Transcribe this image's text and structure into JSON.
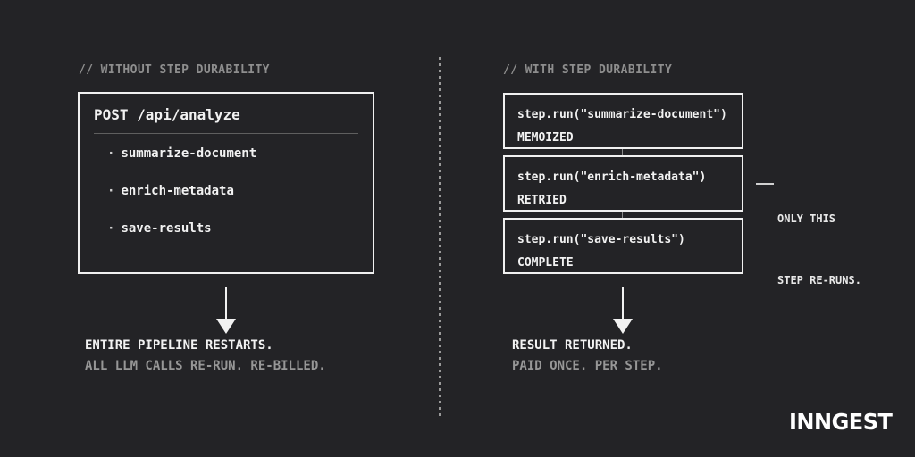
{
  "colors": {
    "background": "#232326",
    "box_border": "#f0f0f0",
    "text_primary": "#f2f2f2",
    "text_secondary": "#979797",
    "header_gray": "#8e8e8e",
    "inner_divider": "#5f5f5f",
    "dotted_divider": "#9a9a9a"
  },
  "left": {
    "header": "// WITHOUT STEP DURABILITY",
    "box": {
      "title": "POST /api/analyze",
      "bullet": "·",
      "items": [
        "summarize-document",
        "enrich-metadata",
        "save-results"
      ]
    },
    "result_line1": "ENTIRE PIPELINE RESTARTS.",
    "result_line2": "ALL LLM CALLS RE-RUN. RE-BILLED."
  },
  "right": {
    "header": "// WITH STEP DURABILITY",
    "steps": [
      {
        "code": "step.run(\"summarize-document\")",
        "status": "MEMOIZED"
      },
      {
        "code": "step.run(\"enrich-metadata\")",
        "status": "RETRIED"
      },
      {
        "code": "step.run(\"save-results\")",
        "status": "COMPLETE"
      }
    ],
    "annotation_line1": "ONLY THIS",
    "annotation_line2": "STEP RE-RUNS.",
    "result_line1": "RESULT RETURNED.",
    "result_line2": "PAID ONCE. PER STEP."
  },
  "logo": {
    "text": "INNGEST"
  }
}
